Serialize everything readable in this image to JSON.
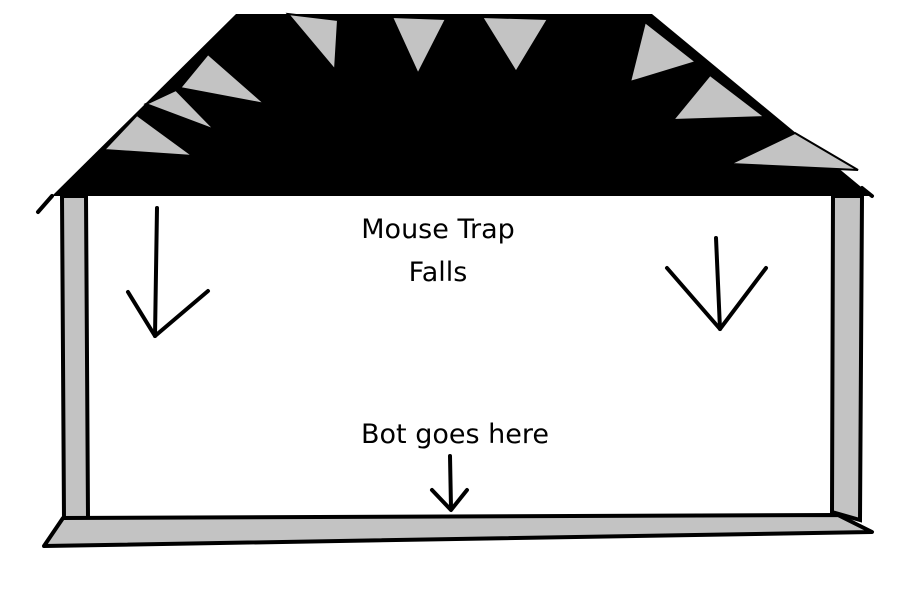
{
  "diagram": {
    "labels": {
      "title_line1": "Mouse Trap",
      "title_line2": "Falls",
      "bot_label": "Bot goes here"
    },
    "colors": {
      "roof": "#000000",
      "spikes": "#c3c3c3",
      "walls": "#c3c3c3",
      "floor": "#c3c3c3",
      "outline": "#000000",
      "background": "#ffffff"
    }
  }
}
